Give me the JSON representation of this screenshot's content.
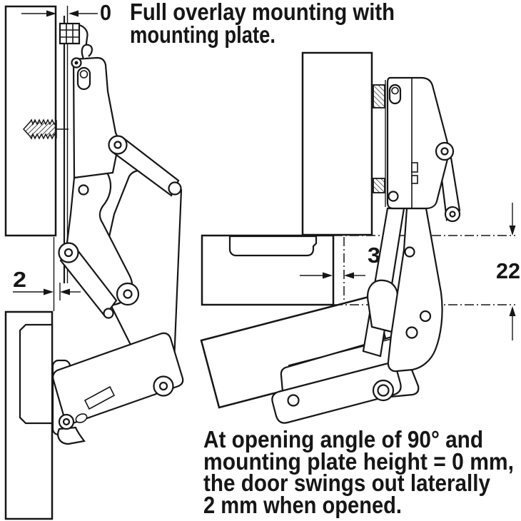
{
  "diagram": {
    "title_line1": "Full overlay mounting with",
    "title_line2": "mounting plate.",
    "caption_line1": "At opening angle of 90° and",
    "caption_line2": "mounting plate height = 0 mm,",
    "caption_line3": "the door swings out laterally",
    "caption_line4": "2 mm when opened.",
    "dim_plate_height": "0",
    "dim_lateral_swing": "2",
    "dim_side_gap": "3",
    "dim_arm_offset": "22"
  },
  "colors": {
    "panel_gray": "#e4e5e7",
    "line_black": "#161616",
    "background": "#ffffff"
  }
}
